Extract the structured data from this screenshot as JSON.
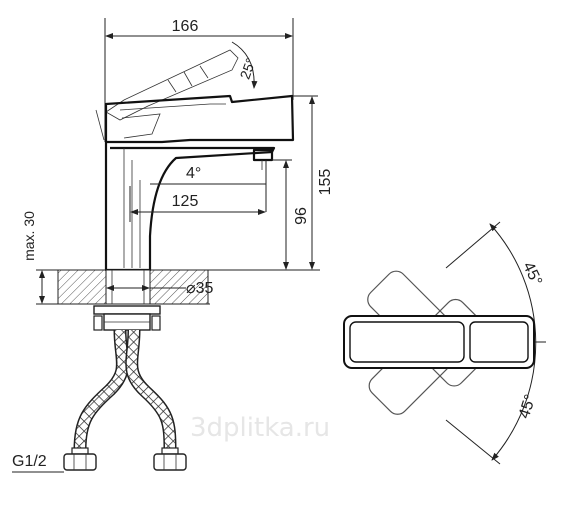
{
  "dimensions": {
    "total_length": "166",
    "lever_angle": "25°",
    "spout_angle": "4°",
    "spout_reach": "125",
    "spout_height": "96",
    "total_height": "155",
    "deck_thickness": "max. 30",
    "hole_diameter": "⌀35",
    "thread": "G1/2",
    "rotation_top": "45°",
    "rotation_bottom": "45°"
  },
  "watermark": "3dplitka.ru",
  "colors": {
    "line": "#222222",
    "hatch": "#555555",
    "background": "#ffffff"
  }
}
